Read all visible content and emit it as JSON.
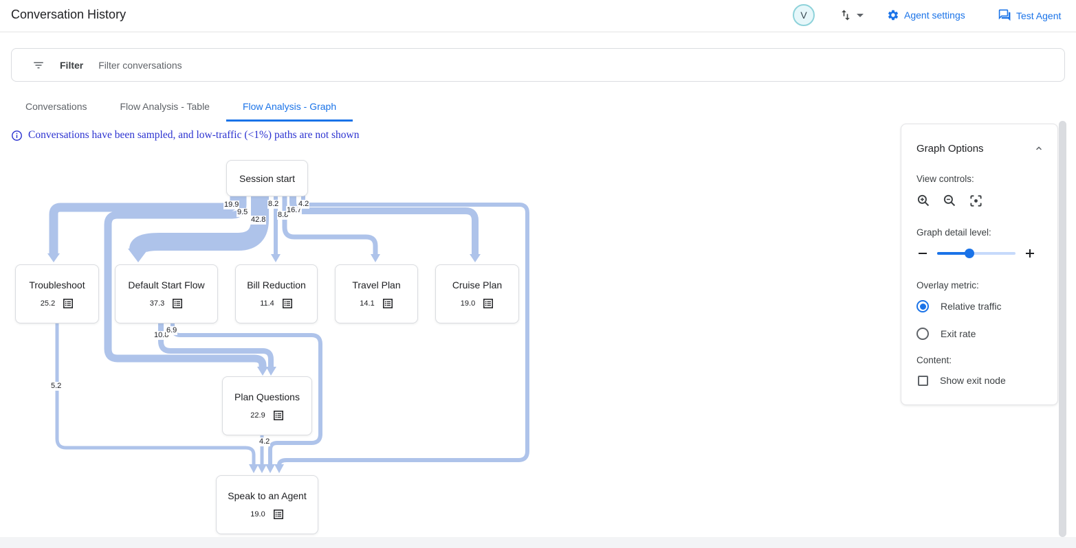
{
  "header": {
    "title": "Conversation History",
    "avatar_initial": "V",
    "agent_settings": "Agent settings",
    "test_agent": "Test Agent"
  },
  "filter_bar": {
    "label": "Filter",
    "placeholder": "Filter conversations"
  },
  "tabs": {
    "conversations": "Conversations",
    "flow_table": "Flow Analysis - Table",
    "flow_graph": "Flow Analysis - Graph",
    "active": "Flow Analysis - Graph"
  },
  "notice": "Conversations have been sampled, and low-traffic (<1%) paths are not shown",
  "graph_options": {
    "title": "Graph Options",
    "view_controls_label": "View controls:",
    "detail_level_label": "Graph detail level:",
    "detail_slider_percent": 40,
    "overlay_metric_label": "Overlay metric:",
    "overlay_options": [
      {
        "label": "Relative traffic",
        "selected": true
      },
      {
        "label": "Exit rate",
        "selected": false
      }
    ],
    "content_label": "Content:",
    "show_exit_node_label": "Show exit node",
    "show_exit_node_checked": false
  },
  "colors": {
    "accent_blue": "#1a73e8",
    "edge_blue": "#aec3ea",
    "notice_blue": "#2b32d0"
  },
  "flow_graph": {
    "type": "sankey-flow",
    "nodes": [
      {
        "title": "Session start",
        "value": ""
      },
      {
        "title": "Troubleshoot",
        "value": "25.2"
      },
      {
        "title": "Default Start Flow",
        "value": "37.3"
      },
      {
        "title": "Bill Reduction",
        "value": "11.4"
      },
      {
        "title": "Travel Plan",
        "value": "14.1"
      },
      {
        "title": "Cruise Plan",
        "value": "19.0"
      },
      {
        "title": "Plan Questions",
        "value": "22.9"
      },
      {
        "title": "Speak to an Agent",
        "value": "19.0"
      }
    ],
    "edges": [
      {
        "from": "Session start",
        "to": "Troubleshoot",
        "value": "19.9"
      },
      {
        "from": "Session start",
        "to": "Plan Questions",
        "value": "9.5"
      },
      {
        "from": "Session start",
        "to": "Default Start Flow",
        "value": "42.8"
      },
      {
        "from": "Session start",
        "to": "Bill Reduction",
        "value": "8.2"
      },
      {
        "from": "Session start",
        "to": "Travel Plan",
        "value": "8.8"
      },
      {
        "from": "Session start",
        "to": "Cruise Plan",
        "value": "16.7"
      },
      {
        "from": "Session start",
        "to": "Speak to an Agent",
        "value": "4.2"
      },
      {
        "from": "Default Start Flow",
        "to": "Plan Questions",
        "value": "10.8"
      },
      {
        "from": "Default Start Flow",
        "to": "Speak to an Agent",
        "value": "6.9"
      },
      {
        "from": "Troubleshoot",
        "to": "Speak to an Agent",
        "value": "5.2"
      },
      {
        "from": "Plan Questions",
        "to": "Speak to an Agent",
        "value": "4.2"
      }
    ]
  }
}
